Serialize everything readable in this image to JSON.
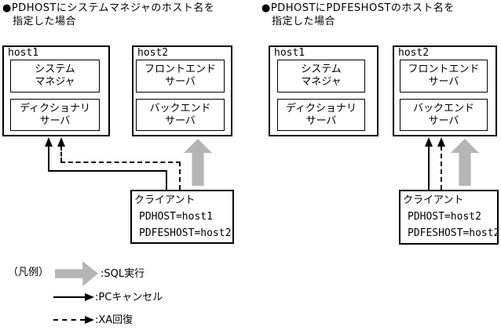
{
  "diagram": {
    "left": {
      "title_line1": "●PDHOSTにシステムマネジャのホスト名を",
      "title_line2": "指定した場合",
      "host1": {
        "label": "host1",
        "box1": [
          "システム",
          "マネジャ"
        ],
        "box2": [
          "ディクショナリ",
          "サーバ"
        ]
      },
      "host2": {
        "label": "host2",
        "box1": [
          "フロントエンド",
          "サーバ"
        ],
        "box2": [
          "バックエンド",
          "サーバ"
        ]
      },
      "client": {
        "label": "クライアント",
        "env1": "PDHOST=host1",
        "env2": "PDFESHOST=host2"
      }
    },
    "right": {
      "title_line1": "●PDHOSTにPDFESHOSTのホスト名を",
      "title_line2": "指定した場合",
      "host1": {
        "label": "host1",
        "box1": [
          "システム",
          "マネジャ"
        ],
        "box2": [
          "ディクショナリ",
          "サーバ"
        ]
      },
      "host2": {
        "label": "host2",
        "box1": [
          "フロントエンド",
          "サーバ"
        ],
        "box2": [
          "バックエンド",
          "サーバ"
        ]
      },
      "client": {
        "label": "クライアント",
        "env1": "PDHOST=host2",
        "env2": "PDFESHOST=host2"
      }
    },
    "legend": {
      "label": "（凡例）",
      "sql": ":SQL実行",
      "pc_cancel": ":PCキャンセル",
      "xa_recovery": ":XA回復"
    },
    "colors": {
      "gray_arrow": "#b5b5b5",
      "line": "#000000"
    }
  }
}
